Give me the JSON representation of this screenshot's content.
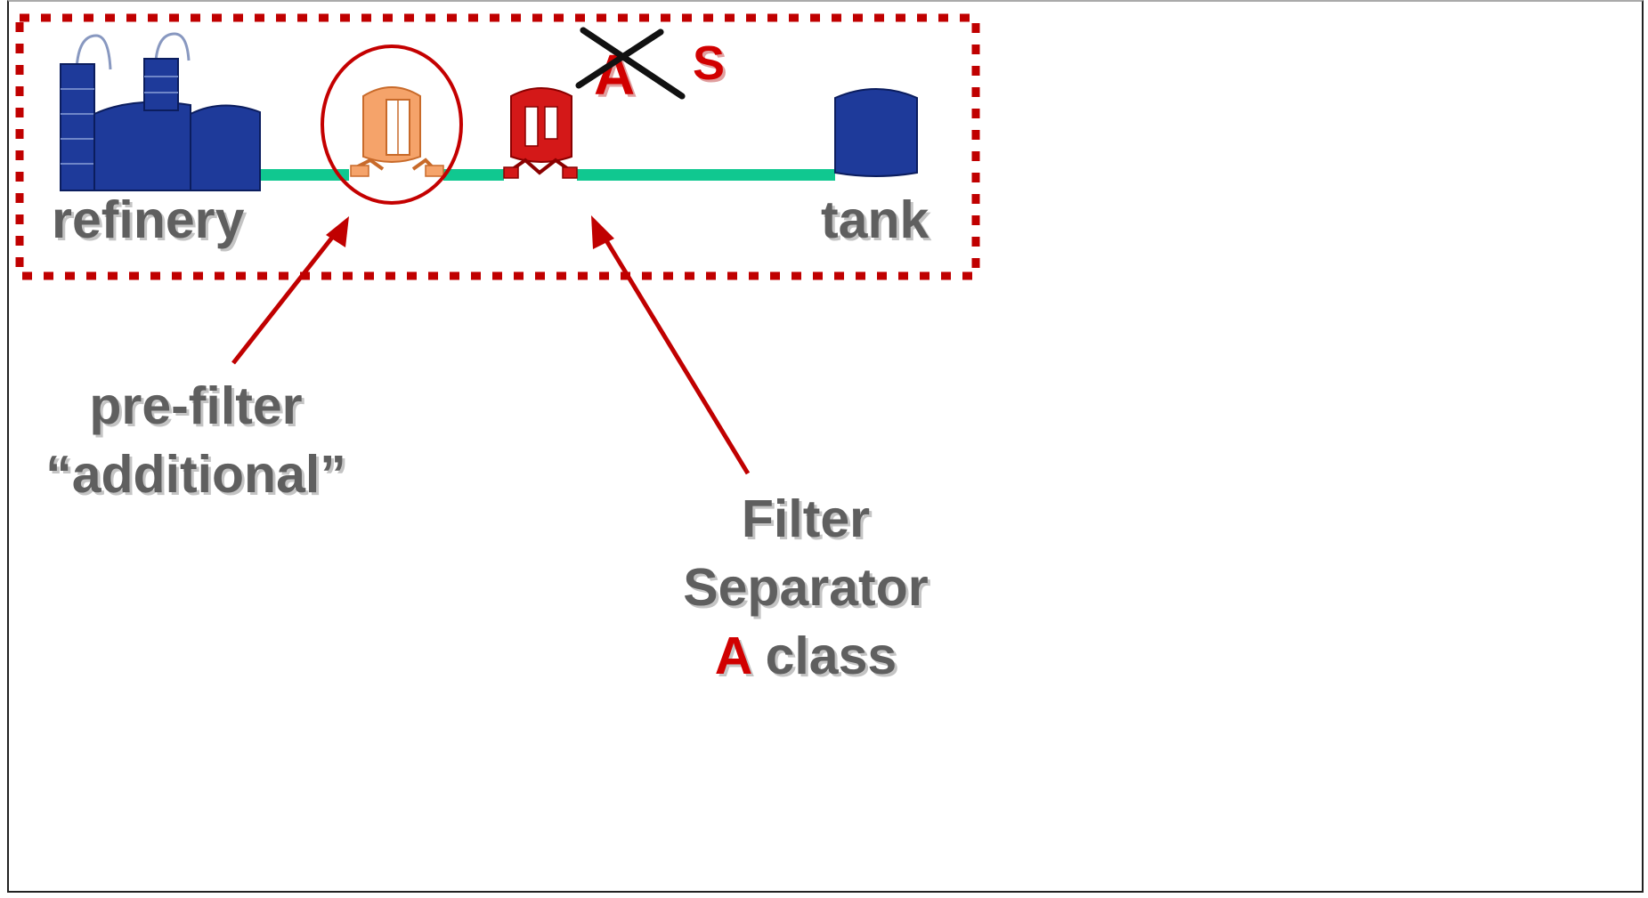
{
  "labels": {
    "refinery": "refinery",
    "tank": "tank",
    "prefilter_line1": "pre-filter",
    "prefilter_line2": "“additional”",
    "filter_line1": "Filter",
    "filter_line2": "Separator",
    "filter_class_letter": "A",
    "filter_class_word": " class",
    "old_class": "A",
    "new_class": "S"
  },
  "colors": {
    "accent_red": "#d10000",
    "pipe": "#10c890",
    "equipment_blue": "#1e3a9a",
    "prefilter_orange": "#f5a36a",
    "text_gray": "#5f5f5f"
  }
}
